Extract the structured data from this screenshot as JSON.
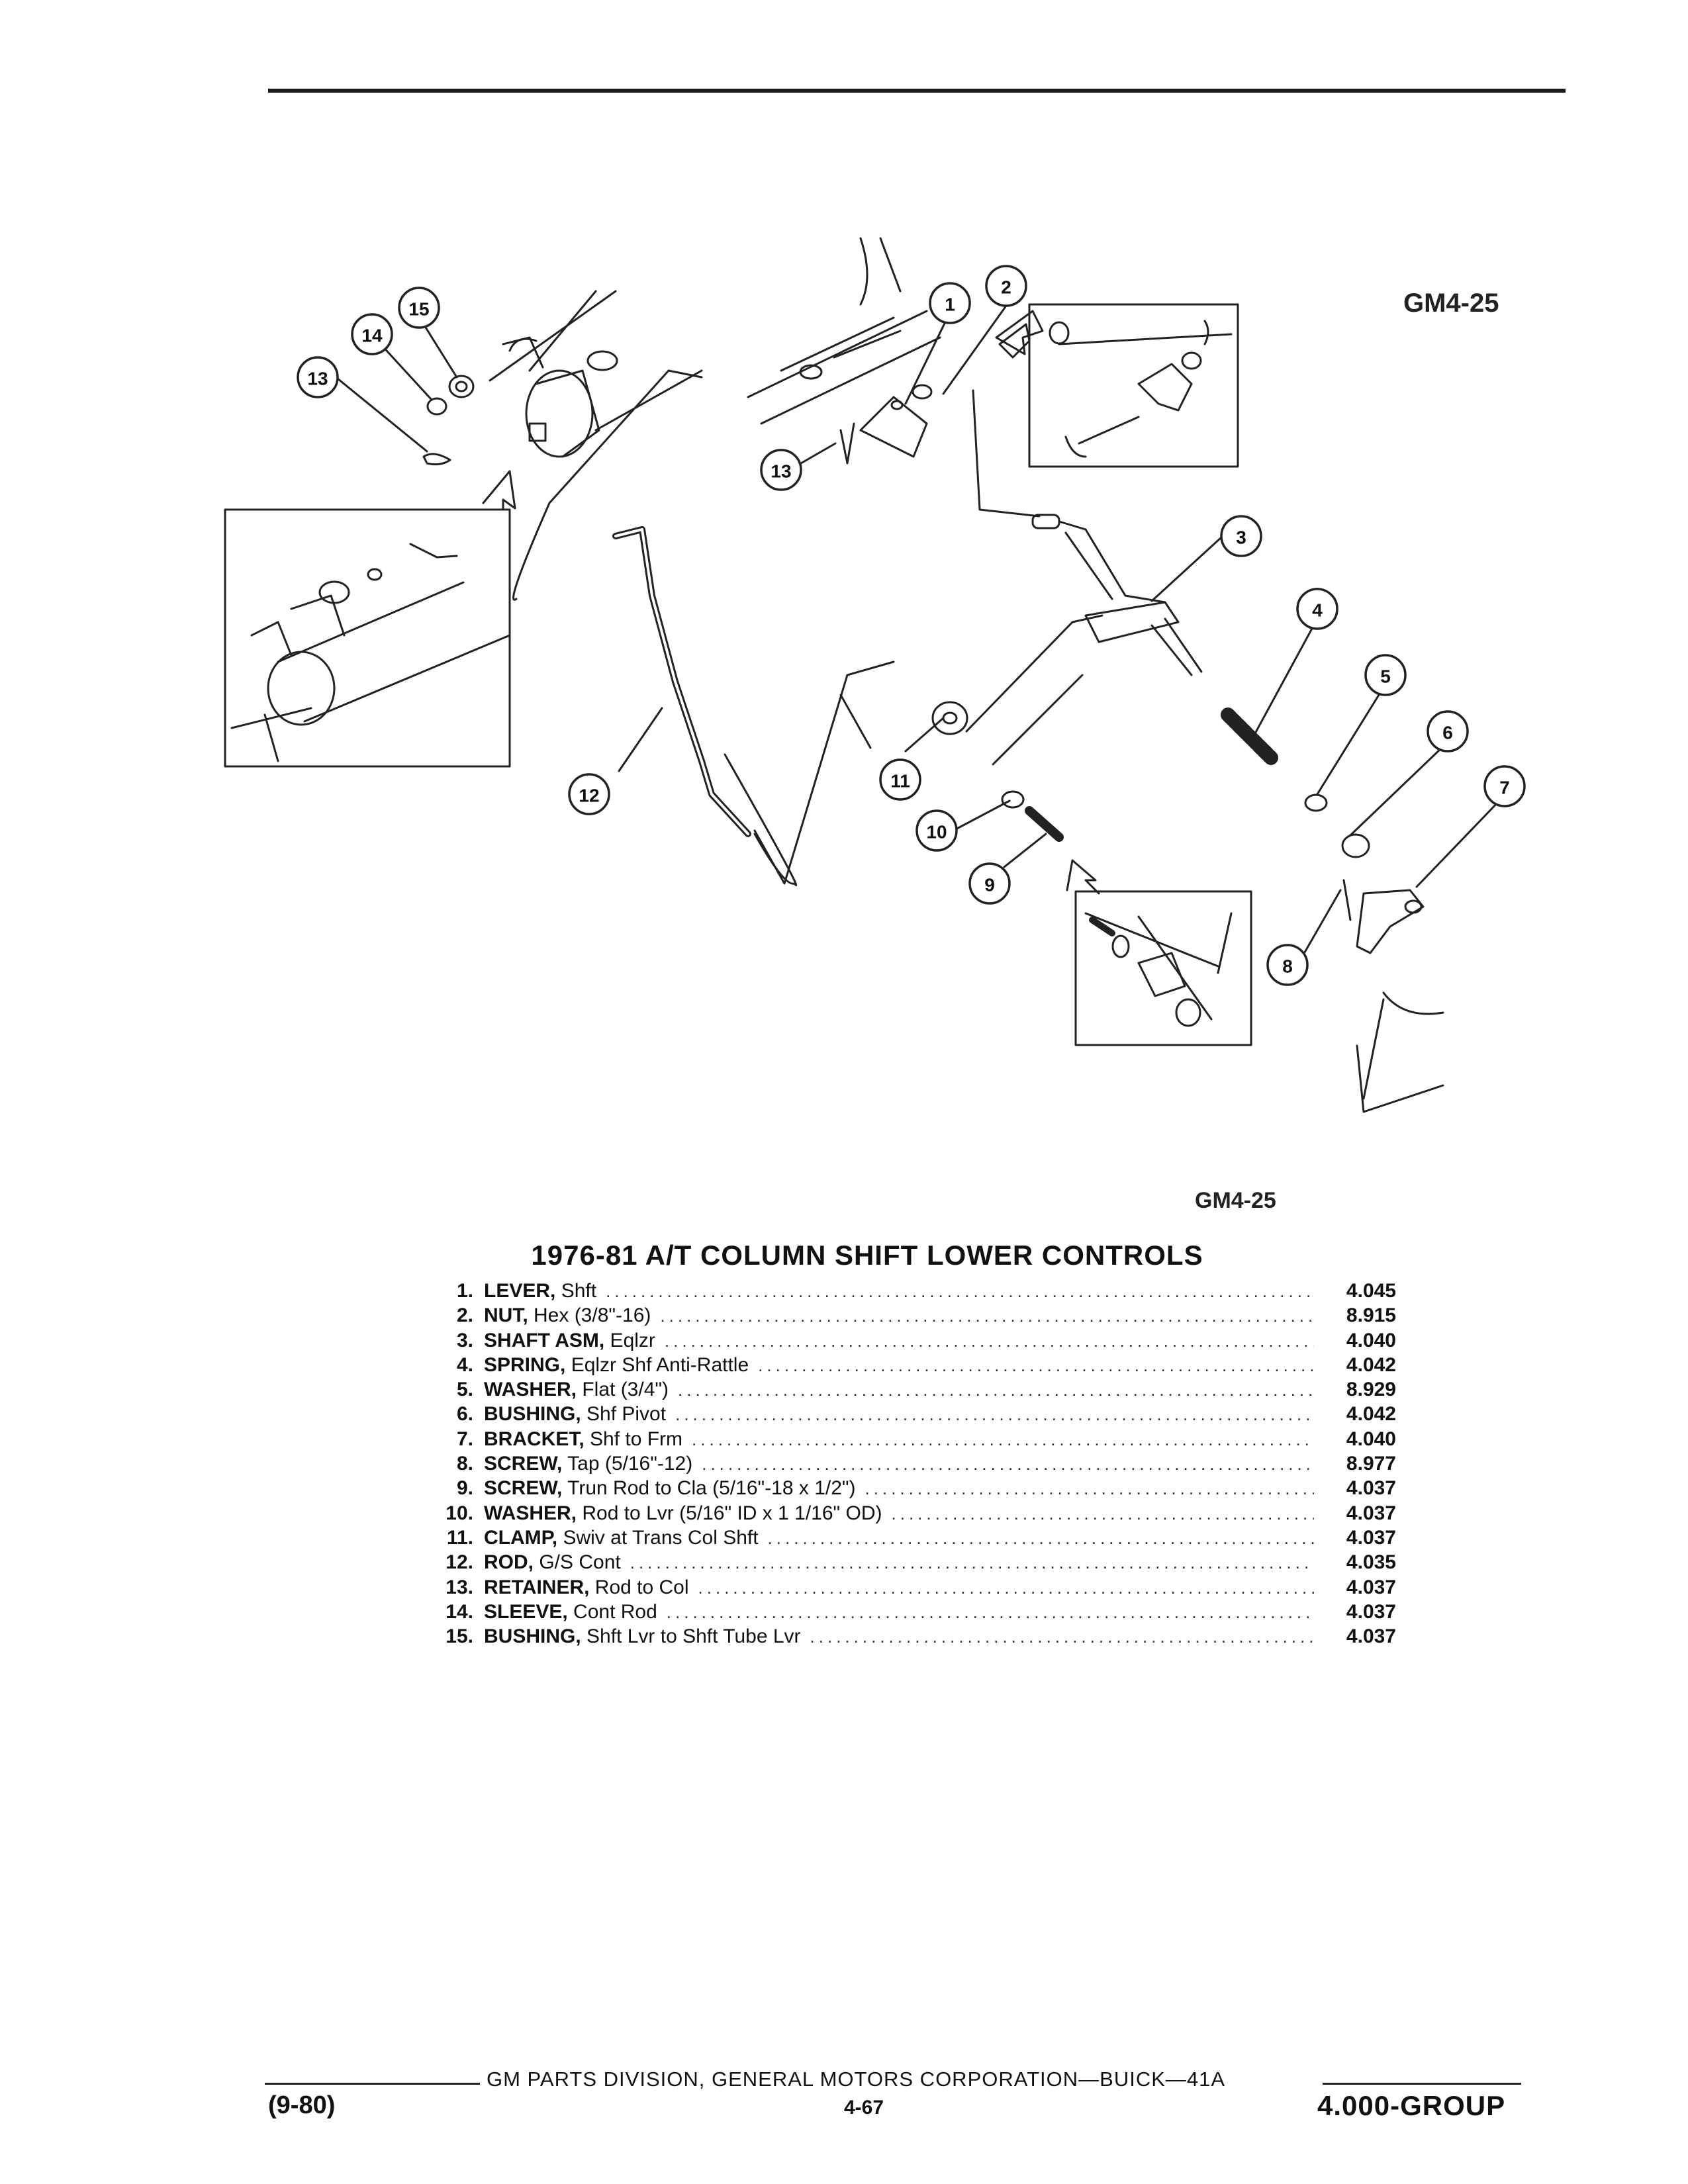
{
  "figure": {
    "code_top": "GM4-25",
    "code_bottom": "GM4-25"
  },
  "callouts": [
    "1",
    "2",
    "3",
    "4",
    "5",
    "6",
    "7",
    "8",
    "9",
    "10",
    "11",
    "12",
    "13",
    "13",
    "14",
    "15"
  ],
  "title": "1976-81 A/T COLUMN SHIFT LOWER CONTROLS",
  "parts": [
    {
      "num": "1.",
      "name": "LEVER,",
      "desc": " Shft",
      "code": "4.045"
    },
    {
      "num": "2.",
      "name": "NUT,",
      "desc": " Hex (3/8\"-16)",
      "code": "8.915"
    },
    {
      "num": "3.",
      "name": "SHAFT ASM,",
      "desc": " Eqlzr",
      "code": "4.040"
    },
    {
      "num": "4.",
      "name": "SPRING,",
      "desc": " Eqlzr Shf Anti-Rattle",
      "code": "4.042"
    },
    {
      "num": "5.",
      "name": "WASHER,",
      "desc": " Flat (3/4\")",
      "code": "8.929"
    },
    {
      "num": "6.",
      "name": "BUSHING,",
      "desc": " Shf Pivot",
      "code": "4.042"
    },
    {
      "num": "7.",
      "name": "BRACKET,",
      "desc": " Shf to Frm",
      "code": "4.040"
    },
    {
      "num": "8.",
      "name": "SCREW,",
      "desc": " Tap (5/16\"-12)",
      "code": "8.977"
    },
    {
      "num": "9.",
      "name": "SCREW,",
      "desc": " Trun Rod to Cla (5/16\"-18 x 1/2\")",
      "code": "4.037"
    },
    {
      "num": "10.",
      "name": "WASHER,",
      "desc": " Rod to Lvr (5/16\" ID x 1 1/16\" OD)",
      "code": "4.037"
    },
    {
      "num": "11.",
      "name": "CLAMP,",
      "desc": " Swiv at Trans Col Shft",
      "code": "4.037"
    },
    {
      "num": "12.",
      "name": "ROD,",
      "desc": " G/S Cont",
      "code": "4.035"
    },
    {
      "num": "13.",
      "name": "RETAINER,",
      "desc": " Rod to Col",
      "code": "4.037"
    },
    {
      "num": "14.",
      "name": "SLEEVE,",
      "desc": " Cont Rod",
      "code": "4.037"
    },
    {
      "num": "15.",
      "name": "BUSHING,",
      "desc": " Shft Lvr to Shft Tube Lvr",
      "code": "4.037"
    }
  ],
  "footer": {
    "corporation": "GM PARTS DIVISION, GENERAL MOTORS CORPORATION—BUICK—41A",
    "date": "(9-80)",
    "page": "4-67",
    "group": "4.000-GROUP"
  }
}
